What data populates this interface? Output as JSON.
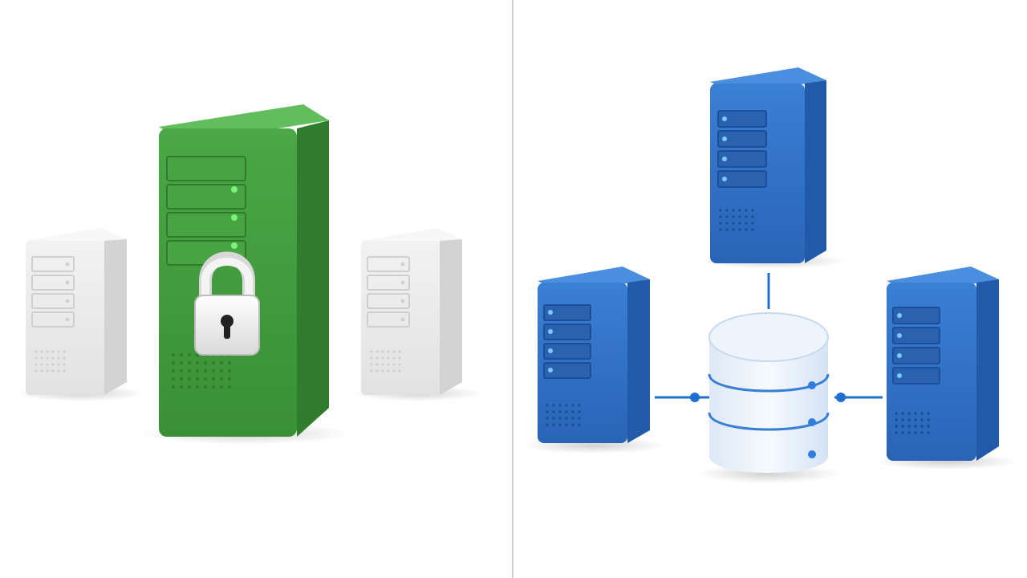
{
  "panels": [
    {
      "id": "left",
      "description_free": true
    },
    {
      "id": "right",
      "description_free": true
    }
  ],
  "icons": {
    "left": [
      "server-icon",
      "secure-server-icon",
      "padlock-icon",
      "server-icon"
    ],
    "right": [
      "server-icon",
      "server-icon",
      "server-icon",
      "database-icon",
      "connection-line"
    ]
  },
  "colors": {
    "background": "#ffffff",
    "divider": "#cfcfcf",
    "green_server_front": "#3e9a3a",
    "green_server_side": "#2f7d2c",
    "green_server_top": "#5cb857",
    "green_led": "#7cf27a",
    "gray_server_front": "#ececec",
    "gray_server_side": "#d4d4d4",
    "gray_server_top": "#f5f5f5",
    "blue_server_front": "#2f6fc4",
    "blue_server_side": "#225aa8",
    "blue_server_top": "#4a8ee0",
    "blue_led": "#7fc7ff",
    "connector": "#1f6fd1",
    "db_body": "#eef4fb",
    "db_band": "#3a7fd6"
  }
}
